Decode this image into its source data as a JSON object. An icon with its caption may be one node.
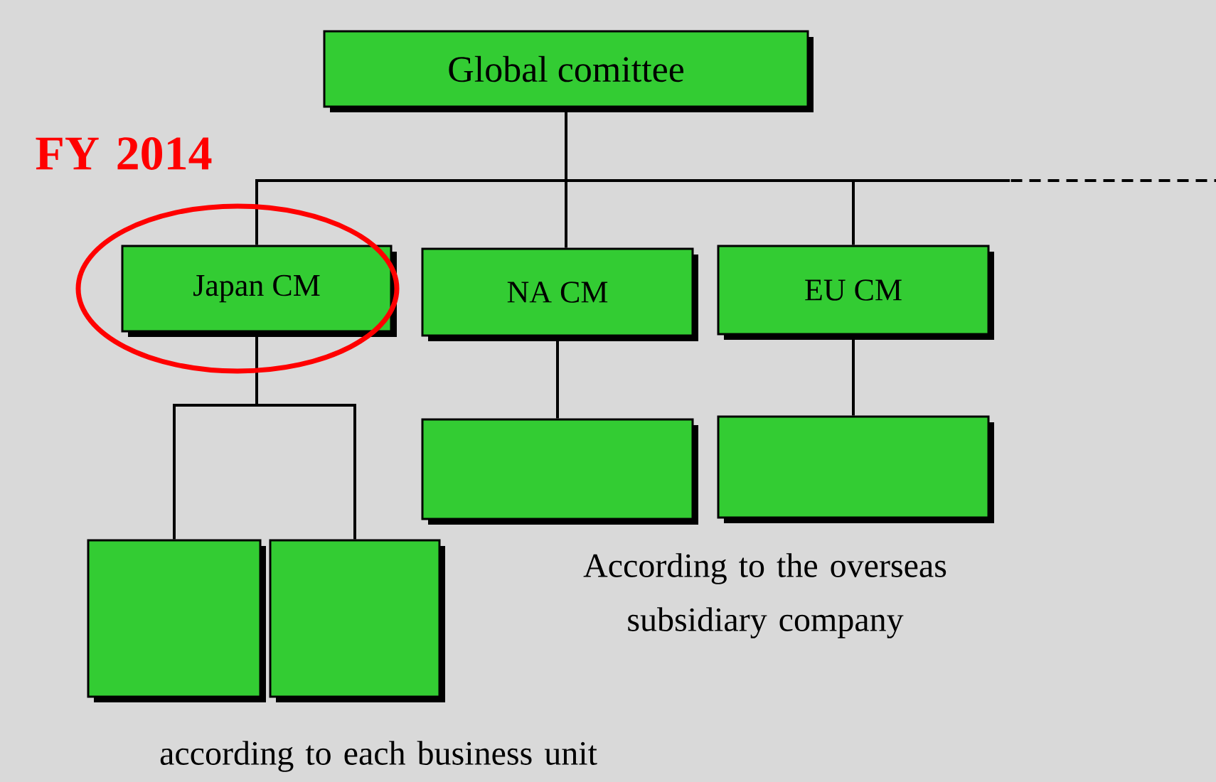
{
  "diagram": {
    "nodes": [
      {
        "text": [
          "Global comittee"
        ]
      },
      {
        "text": [
          "Japan CM"
        ]
      },
      {
        "text": [
          "NA CM"
        ]
      },
      {
        "text": [
          "EU CM"
        ]
      },
      {
        "text": [],
        "shape": "box"
      },
      {
        "text": [],
        "shape": "box"
      },
      {
        "text": [],
        "shape": "box"
      },
      {
        "text": [],
        "shape": "box"
      }
    ],
    "edges": [
      {
        "from": 0,
        "to": 1,
        "arrow": "none"
      },
      {
        "from": 0,
        "to": 2,
        "arrow": "none"
      },
      {
        "from": 0,
        "to": 3,
        "arrow": "none"
      },
      {
        "from": 0,
        "to": null,
        "arrow": "none",
        "style": "dashed"
      },
      {
        "from": 1,
        "to": 6,
        "arrow": "none"
      },
      {
        "from": 1,
        "to": 7,
        "arrow": "none"
      },
      {
        "from": 2,
        "to": 4,
        "arrow": "none"
      },
      {
        "from": 3,
        "to": 5,
        "arrow": "none"
      }
    ],
    "labels": [
      "FY 2014",
      "According to the overseas subsidiary company",
      "according to each business unit"
    ]
  }
}
